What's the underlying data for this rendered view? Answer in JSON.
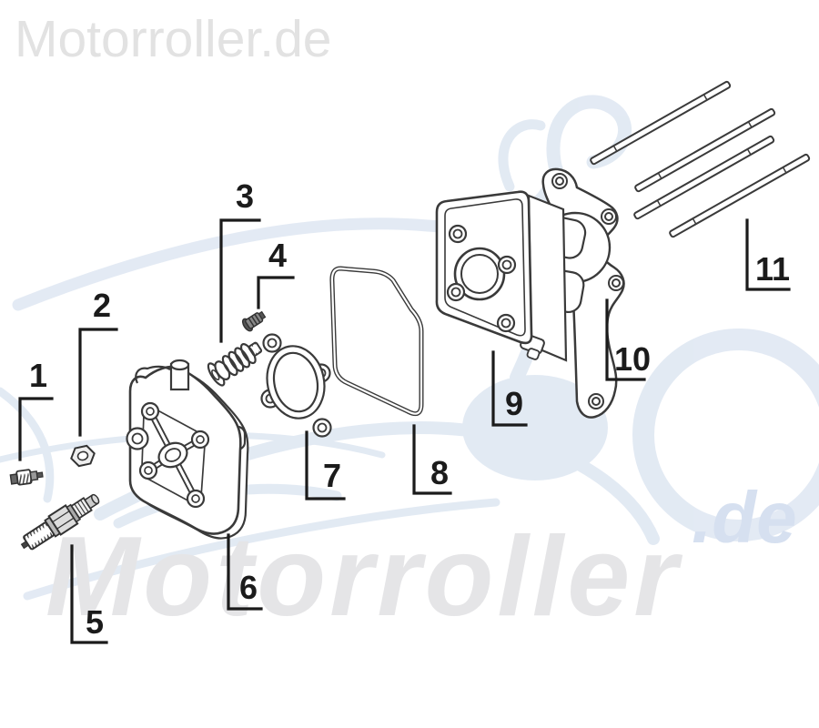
{
  "watermarks": {
    "top_text": "Motorroller.de",
    "bottom_text": "Motorroller",
    "bottom_suffix": ".de"
  },
  "colors": {
    "line_art": "#3a3a3a",
    "label": "#1b1b1b",
    "watermark_gray": "#e5e5e7",
    "watermark_blue": "#ccd9eb"
  },
  "diagram": {
    "type": "exploded-parts-diagram",
    "labels": [
      "1",
      "2",
      "3",
      "4",
      "5",
      "6",
      "7",
      "8",
      "9",
      "10",
      "11"
    ],
    "parts": [
      {
        "number": "1",
        "name": "breather-fitting"
      },
      {
        "number": "2",
        "name": "nut"
      },
      {
        "number": "3",
        "name": "screw-with-spring"
      },
      {
        "number": "4",
        "name": "small-screw"
      },
      {
        "number": "5",
        "name": "spark-plug"
      },
      {
        "number": "6",
        "name": "valve-cover"
      },
      {
        "number": "7",
        "name": "valve-cover-gasket"
      },
      {
        "number": "8",
        "name": "cover-o-ring"
      },
      {
        "number": "9",
        "name": "cylinder-head"
      },
      {
        "number": "10",
        "name": "cylinder-head-gasket"
      },
      {
        "number": "11",
        "name": "stud-bolts"
      }
    ]
  }
}
